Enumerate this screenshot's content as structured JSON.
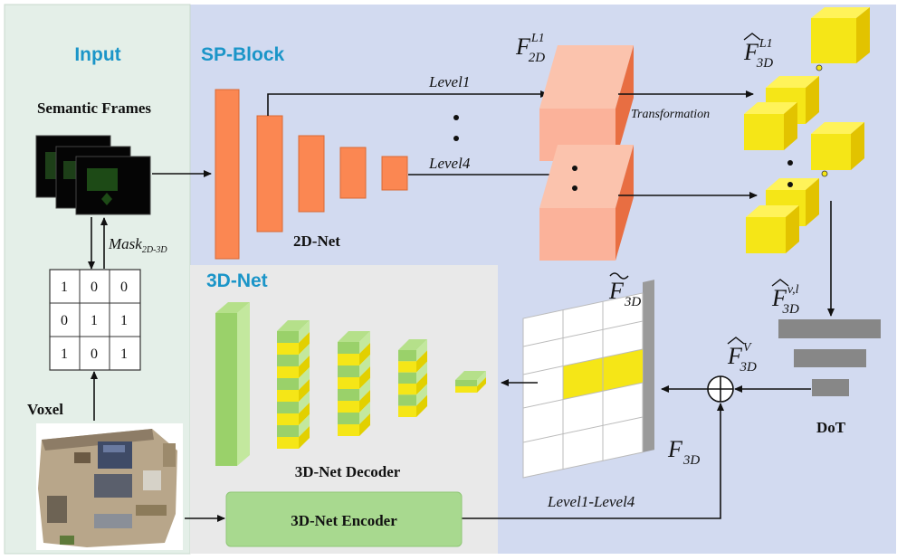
{
  "sections": {
    "input": "Input",
    "sp_block": "SP-Block",
    "net3d": "3D-Net"
  },
  "labels": {
    "semantic_frames": "Semantic Frames",
    "mask": "Mask",
    "mask_sub": "2D-3D",
    "voxel": "Voxel",
    "net2d": "2D-Net",
    "level1": "Level1",
    "level4": "Level4",
    "transformation": "Transformation",
    "decoder": "3D-Net Decoder",
    "encoder": "3D-Net Encoder",
    "dot": "DoT",
    "level_range": "Level1-Level4"
  },
  "features": {
    "f2d_main": "F",
    "f2d_sup": "L1",
    "f2d_sub": "2D",
    "f3d_hat_main": "F",
    "f3d_hat_sup": "L1",
    "f3d_hat_sub": "3D",
    "fvl_main": "F",
    "fvl_sup": "v,l",
    "fvl_sub": "3D",
    "fv_main": "F",
    "fv_sup": "V",
    "fv_sub": "3D",
    "ftilde_main": "F",
    "ftilde_sub": "3D",
    "f3d_main": "F",
    "f3d_sub": "3D"
  },
  "matrix": [
    [
      "1",
      "0",
      "0"
    ],
    [
      "0",
      "1",
      "1"
    ],
    [
      "1",
      "0",
      "1"
    ]
  ],
  "colors": {
    "input_bg": "#e4efe8",
    "sp_bg": "#d2daf0",
    "net3d_bg": "#e9e9e9",
    "orange": "#fb8752",
    "salmon": "#fbb29a",
    "salmon_dark": "#e86e42",
    "yellow": "#f5e617",
    "green": "#9ad16a",
    "encoder_green": "#a8d98f",
    "gray_bar": "#878787",
    "heading_blue": "#1b95c8"
  }
}
